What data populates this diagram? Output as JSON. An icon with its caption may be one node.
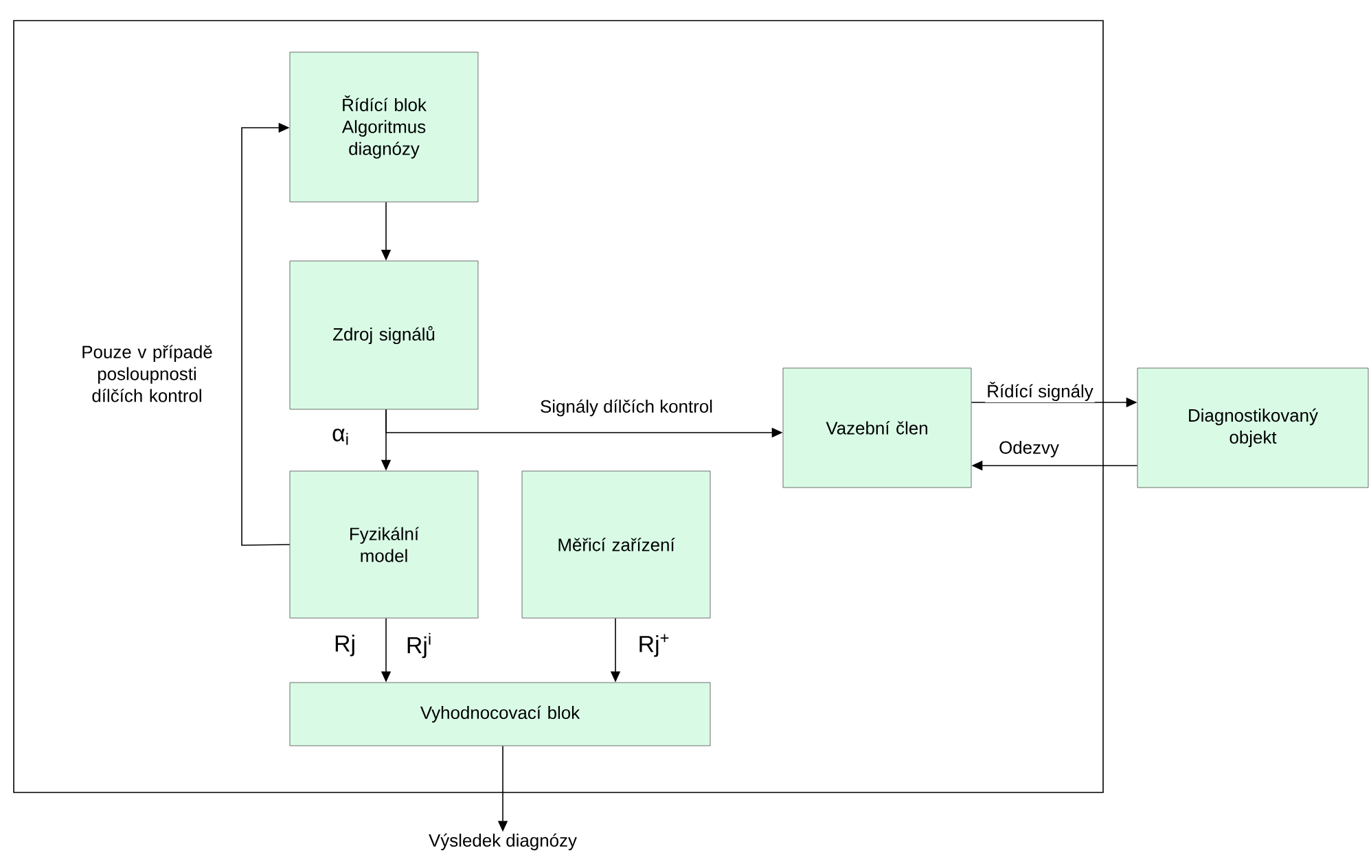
{
  "diagram": {
    "nodes": [
      {
        "text": [],
        "shape": "box"
      },
      {
        "text": [
          "Řídící blok",
          "Algoritmus diagnózy"
        ],
        "in": 0
      },
      {
        "text": [
          "Zdroj signálů"
        ],
        "in": 0
      },
      {
        "text": [
          "Fyzikální model"
        ],
        "in": 0
      },
      {
        "text": [
          "Měřicí zařízení"
        ],
        "in": 0
      },
      {
        "text": [
          "Vyhodnocovací blok"
        ],
        "in": 0
      },
      {
        "text": [
          "Vazební člen"
        ],
        "in": 0
      },
      {
        "text": [
          "Diagnostikovaný objekt"
        ]
      },
      {
        "text": [
          "Výsledek diagnózy"
        ]
      }
    ],
    "edges": [
      {
        "from": 1,
        "to": 2,
        "arrow": "to"
      },
      {
        "from": 2,
        "to": 3,
        "arrow": "to",
        "label": "α$_{i}$"
      },
      {
        "from": 2,
        "to": 6,
        "arrow": "to",
        "label": "Signály dílčích kontrol"
      },
      {
        "from": 3,
        "to": 1,
        "arrow": "to",
        "label": "Pouze v případě posloupnosti dílčích kontrol"
      },
      {
        "from": 3,
        "to": 5,
        "arrow": "to"
      },
      {
        "from": 4,
        "to": 5,
        "arrow": "to",
        "label": "Rj$^{+}$"
      },
      {
        "from": 5,
        "to": 8,
        "arrow": "to"
      },
      {
        "from": 6,
        "to": 7,
        "arrow": "to",
        "label": "Řídící signály"
      },
      {
        "from": 7,
        "to": 6,
        "arrow": "to",
        "label": "Odezvy"
      }
    ],
    "labels": [
      "Rj",
      "Rj$^{i}$"
    ]
  }
}
